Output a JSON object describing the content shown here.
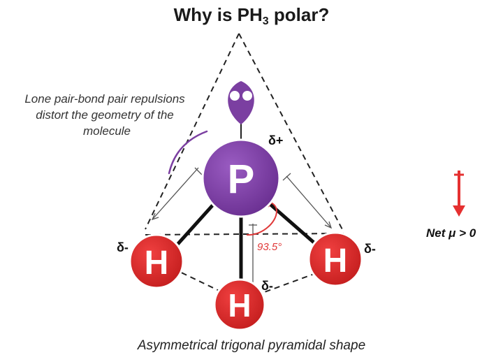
{
  "title": {
    "prefix": "Why is PH",
    "subscript": "3",
    "suffix": " polar?"
  },
  "annotation": {
    "lines": [
      "Lone pair-bond pair repulsions",
      "distort the geometry of the",
      "molecule"
    ]
  },
  "atoms": {
    "phosphorus": {
      "symbol": "P",
      "charge": "δ+"
    },
    "hydrogen_left": {
      "symbol": "H",
      "charge": "δ-"
    },
    "hydrogen_right": {
      "symbol": "H",
      "charge": "δ-"
    },
    "hydrogen_bottom": {
      "symbol": "H",
      "charge": "δ-"
    }
  },
  "bond_angle": "93.5°",
  "dipole": {
    "label": "Net μ > 0",
    "arrow_color": "#e53030"
  },
  "shape_caption": "Asymmetrical trigonal pyramidal shape",
  "colors": {
    "phosphorus": "#7b3fa1",
    "hydrogen": "#e02a2a",
    "angle": "#e03a3a",
    "lone_pair": "#7b3fa1"
  }
}
